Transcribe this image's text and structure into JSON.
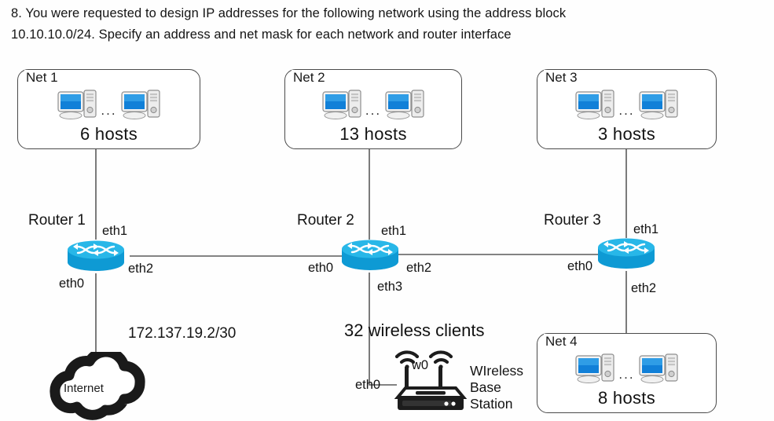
{
  "question": {
    "line1": "8. You were requested to design IP addresses for the following network using the address block",
    "line2": "10.10.10.0/24. Specify an address and net mask for each network and router interface"
  },
  "networks": [
    {
      "id": "net1",
      "label": "Net 1",
      "hosts": "6 hosts"
    },
    {
      "id": "net2",
      "label": "Net 2",
      "hosts": "13 hosts"
    },
    {
      "id": "net3",
      "label": "Net 3",
      "hosts": "3 hosts"
    },
    {
      "id": "net4",
      "label": "Net 4",
      "hosts": "8 hosts"
    }
  ],
  "routers": [
    {
      "id": "router1",
      "name": "Router 1",
      "interfaces": {
        "eth0": "eth0",
        "eth1": "eth1",
        "eth2": "eth2"
      }
    },
    {
      "id": "router2",
      "name": "Router 2",
      "interfaces": {
        "eth0": "eth0",
        "eth1": "eth1",
        "eth2": "eth2",
        "eth3": "eth3"
      }
    },
    {
      "id": "router3",
      "name": "Router 3",
      "interfaces": {
        "eth0": "eth0",
        "eth1": "eth1",
        "eth2": "eth2"
      }
    }
  ],
  "internet": {
    "label": "Internet",
    "address": "172.137.19.2/30"
  },
  "wireless": {
    "clients": "32 wireless clients",
    "radio_interface": "w0",
    "wired_interface": "eth0",
    "name_line1": "WIreless",
    "name_line2": "Base",
    "name_line3": "Station"
  },
  "ellipsis": "...",
  "colors": {
    "router_top": "#28b7e8",
    "router_body": "#0e9ad4",
    "screen_blue": "#1180d8",
    "line": "#5a5a5a",
    "box_border": "#4a4a4a",
    "cloud": "#1a1a1a",
    "text": "#141414"
  }
}
